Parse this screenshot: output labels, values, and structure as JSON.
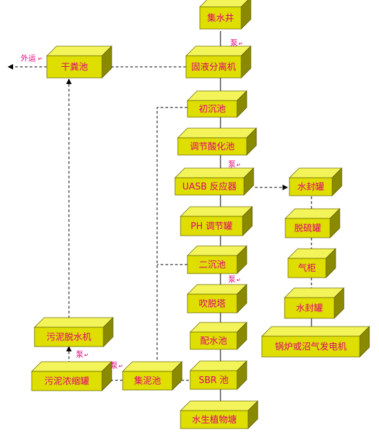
{
  "nodes": {
    "collect_well": "集水井",
    "solid_liquid_separator": "固液分离机",
    "dry_manure_pool": "干粪池",
    "primary_settling": "初沉池",
    "acidification": "调节酸化池",
    "uasb": "UASB 反应器",
    "water_seal_1": "水封罐",
    "ph_tank": "PH 调节罐",
    "desulfurization": "脱硫罐",
    "secondary_settling": "二沉池",
    "gas_holder": "气柜",
    "stripping_tower": "吹脱塔",
    "water_seal_2": "水封罐",
    "mixing_pool": "配水池",
    "boiler_generator": "锅炉或沼气发电机",
    "sbr": "SBR 池",
    "sludge_pool": "集泥池",
    "sludge_thickener": "污泥浓缩罐",
    "sludge_dewater": "污泥脱水机",
    "aquatic_pond": "水生植物塘"
  },
  "labels": {
    "export": "外运",
    "pump_1": "泵",
    "pump_2": "泵",
    "pump_3": "泵",
    "pump_4": "泵",
    "pump_5": "泵"
  },
  "colors": {
    "box_front": "#dede00",
    "box_top": "#f3f35a",
    "box_side": "#8a8a00",
    "text": "#e0007a"
  }
}
